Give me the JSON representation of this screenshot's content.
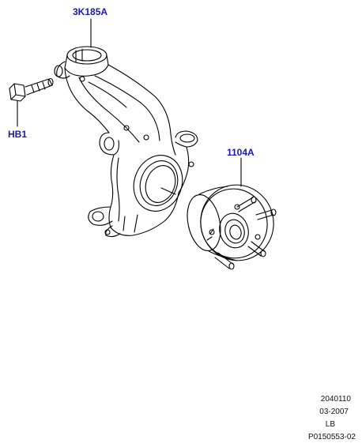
{
  "callouts": {
    "knuckle": "3K185A",
    "bolt": "HB1",
    "hub": "1104A"
  },
  "footer": {
    "line1": "2040110",
    "line2": "03-2007",
    "line3": "LB",
    "line4": "P0150553-02"
  },
  "colors": {
    "callout": "#1a1aa8",
    "line": "#000000"
  }
}
